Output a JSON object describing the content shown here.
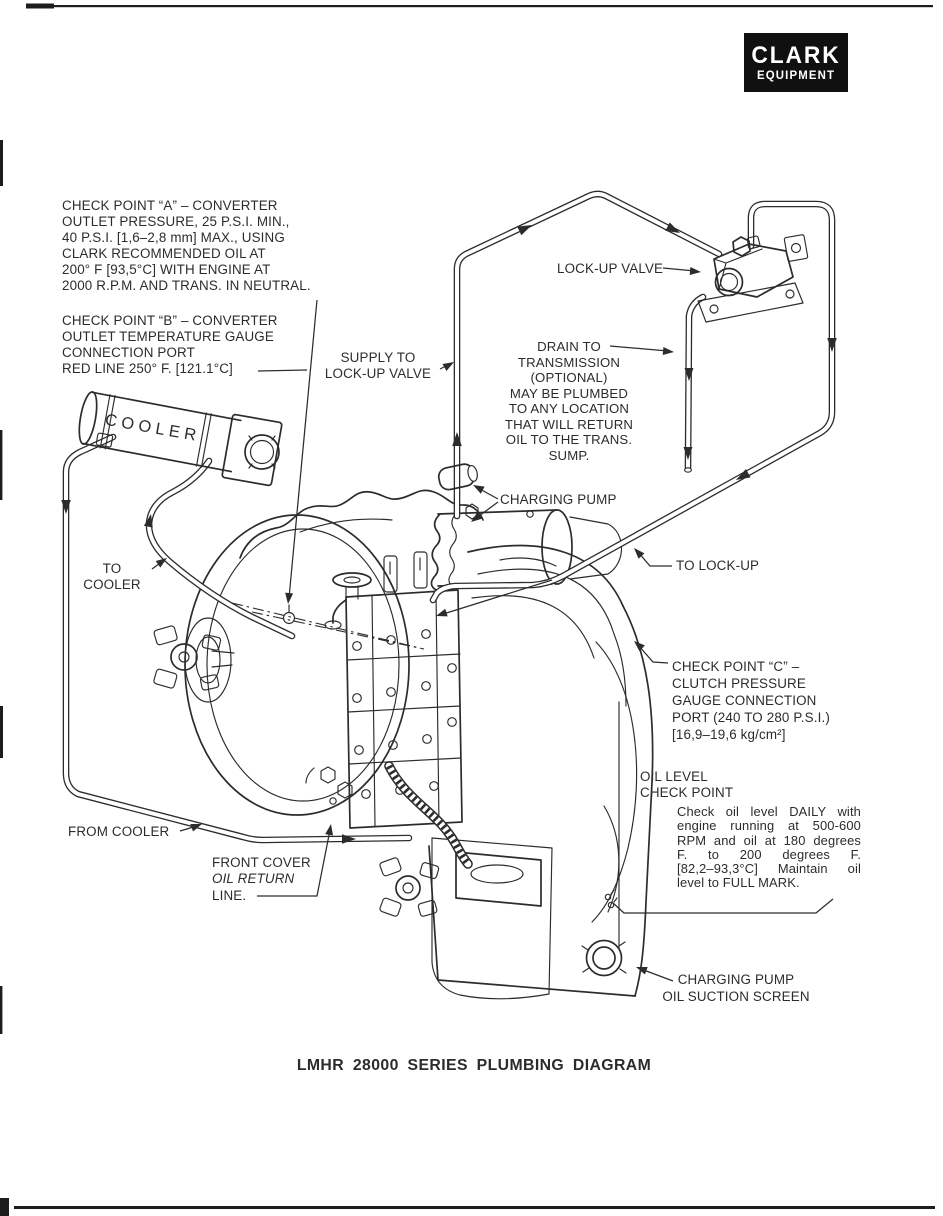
{
  "colors": {
    "ink": "#2c2c2c",
    "paper": "#ffffff",
    "logo_bg": "#101010",
    "logo_text": "#ffffff"
  },
  "logo": {
    "line1": "CLARK",
    "line2": "EQUIPMENT"
  },
  "labels": {
    "check_point_a": {
      "lines": [
        "CHECK POINT “A” – CONVERTER",
        "OUTLET PRESSURE, 25 P.S.I. MIN.,",
        "40 P.S.I. [1,6–2,8 mm] MAX., USING",
        "CLARK RECOMMENDED OIL AT",
        "200° F [93,5°C] WITH ENGINE AT",
        "2000 R.P.M. AND TRANS. IN NEUTRAL."
      ]
    },
    "check_point_b": {
      "lines": [
        "CHECK POINT “B” – CONVERTER",
        "OUTLET TEMPERATURE GAUGE",
        "CONNECTION PORT",
        "RED LINE 250° F. [121.1°C]"
      ]
    },
    "supply_to_lockup": {
      "lines": [
        "SUPPLY TO",
        "LOCK-UP VALVE"
      ]
    },
    "lockup_valve": "LOCK-UP VALVE",
    "drain_to_transmission": {
      "lines": [
        "DRAIN TO",
        "TRANSMISSION",
        "(OPTIONAL)",
        "MAY BE PLUMBED",
        "TO ANY LOCATION",
        "THAT WILL RETURN",
        "OIL TO THE TRANS.",
        "SUMP."
      ]
    },
    "charging_pump": "CHARGING PUMP",
    "to_lockup": "TO LOCK-UP",
    "cooler": "COOLER",
    "to_cooler": {
      "lines": [
        "TO",
        "COOLER"
      ]
    },
    "check_point_c": {
      "lines": [
        "CHECK POINT “C” –",
        "CLUTCH PRESSURE",
        "GAUGE CONNECTION",
        "PORT (240 TO 280 P.S.I.)",
        "[16,9–19,6 kg/cm²]"
      ]
    },
    "oil_level": {
      "heading": [
        "OIL LEVEL",
        "CHECK POINT"
      ],
      "body": [
        "Check oil level DAILY with",
        "engine running at 500-600",
        "RPM and oil at 180 degrees",
        "F. to 200 degrees F.",
        "[82,2–93,3°C] Maintain oil",
        "level to FULL MARK."
      ]
    },
    "from_cooler": "FROM COOLER",
    "front_cover": {
      "line1": "FRONT COVER",
      "line2": "OIL RETURN",
      "line3": "LINE."
    },
    "suction_screen": {
      "lines": [
        "CHARGING PUMP",
        "OIL SUCTION SCREEN"
      ]
    }
  },
  "title": "LMHR 28000 SERIES PLUMBING DIAGRAM"
}
